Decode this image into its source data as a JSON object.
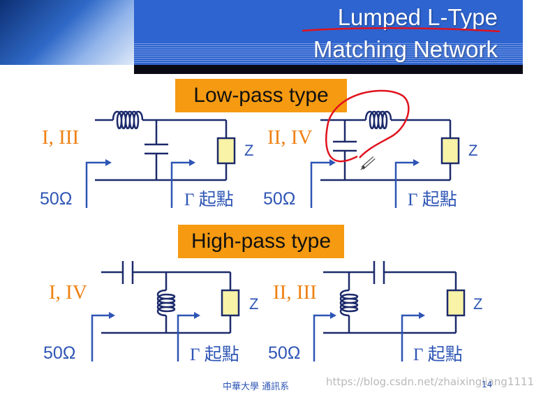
{
  "title": {
    "line1": "Lumped L-Type",
    "line2": "Matching Network"
  },
  "sections": {
    "low": {
      "label": "Low-pass type"
    },
    "high": {
      "label": "High-pass type"
    }
  },
  "circuits": [
    {
      "region": "I, III",
      "source": "50Ω",
      "load": "Z",
      "gamma": "Γ 起點"
    },
    {
      "region": "II, IV",
      "source": "50Ω",
      "load": "Z",
      "gamma": "Γ 起點"
    },
    {
      "region": "I, IV",
      "source": "50Ω",
      "load": "Z",
      "gamma": "Γ 起點"
    },
    {
      "region": "II, III",
      "source": "50Ω",
      "load": "Z",
      "gamma": "Γ 起點"
    }
  ],
  "footer": {
    "text": "中華大學  通訊系",
    "page": "14",
    "watermark": "https://blog.csdn.net/zhaixingliang1111"
  },
  "colors": {
    "header_blue": "#2e64cf",
    "tag_orange": "#f59a11",
    "wire": "#1c2a6b",
    "arrow": "#2e55b5",
    "region_orange": "#ef8012",
    "ink_red": "#e0121d"
  }
}
